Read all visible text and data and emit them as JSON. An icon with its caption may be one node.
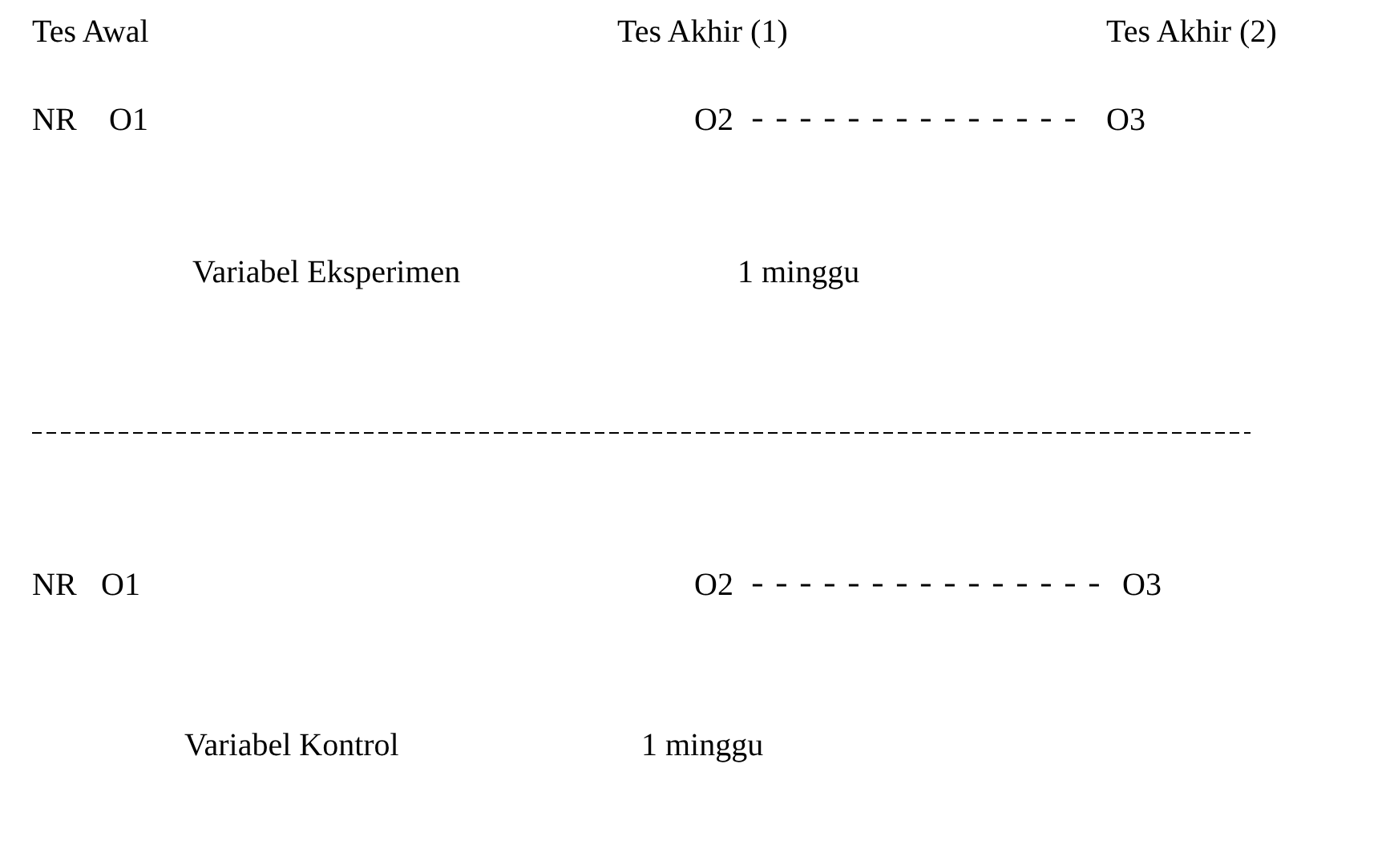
{
  "diagram": {
    "nodes": [
      {
        "text": [
          "O2"
        ]
      },
      {
        "text": [
          "O3"
        ]
      },
      {
        "text": [
          "O2"
        ]
      },
      {
        "text": [
          "O3"
        ]
      }
    ],
    "edges": [
      {
        "from": 0,
        "to": 1,
        "arrow": "none",
        "style": "dashed"
      },
      {
        "from": 2,
        "to": 3,
        "arrow": "none",
        "style": "dashed"
      }
    ],
    "labels": [
      "Tes Awal",
      "Tes Akhir (1)",
      "Tes Akhir (2)",
      "NR",
      "O1",
      "Variabel Eksperimen",
      "1 minggu",
      "NR",
      "O1",
      "Variabel Kontrol",
      "1 minggu"
    ]
  }
}
